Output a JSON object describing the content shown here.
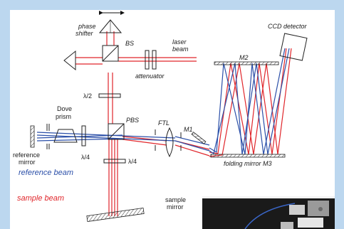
{
  "labels": {
    "phase_shifter_1": "phase",
    "phase_shifter_2": "shifter",
    "bs": "BS",
    "laser_1": "laser",
    "laser_2": "beam",
    "attenuator": "attenuator",
    "ccd": "CCD detector",
    "m2": "M2",
    "half_wave": "λ/2",
    "dove_1": "Dove",
    "dove_2": "prism",
    "pbs": "PBS",
    "ftl": "FTL",
    "m1": "M1",
    "quarter_left": "λ/4",
    "quarter_bottom": "λ/4",
    "ref_mirror_1": "reference",
    "ref_mirror_2": "mirror",
    "folding_mirror": "folding mirror M3",
    "reference_beam": "reference beam",
    "sample_beam": "sample beam",
    "sample_mirror_1": "sample",
    "sample_mirror_2": "mirror"
  },
  "colors": {
    "reference_beam": "#2b4fa8",
    "sample_beam": "#e0262b",
    "frame": "#bcd7ef"
  }
}
